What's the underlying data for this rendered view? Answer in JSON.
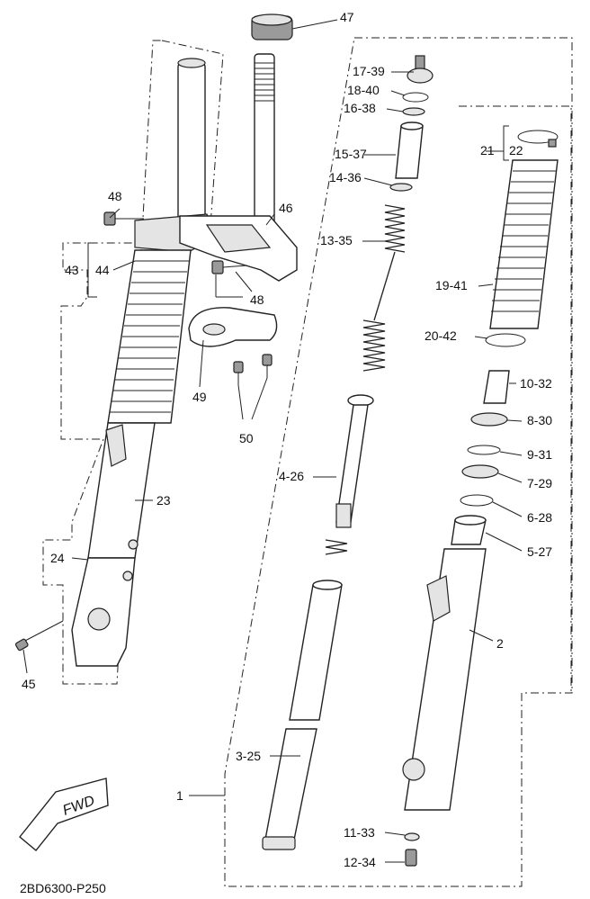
{
  "diagram_code": "2BD6300-P250",
  "direction_badge": "FWD",
  "parts": {
    "p1": "1",
    "p2": "2",
    "p3": "3-25",
    "p4": "4-26",
    "p5": "5-27",
    "p6": "6-28",
    "p7": "7-29",
    "p8": "8-30",
    "p9": "9-31",
    "p10": "10-32",
    "p11": "11-33",
    "p12": "12-34",
    "p13": "13-35",
    "p14": "14-36",
    "p15": "15-37",
    "p16": "16-38",
    "p17": "17-39",
    "p18": "18-40",
    "p19": "19-41",
    "p20": "20-42",
    "p21": "21",
    "p22": "22",
    "p23": "23",
    "p24": "24",
    "p43": "43",
    "p44": "44",
    "p45": "45",
    "p46": "46",
    "p47": "47",
    "p48a": "48",
    "p48b": "48",
    "p49": "49",
    "p50": "50"
  }
}
